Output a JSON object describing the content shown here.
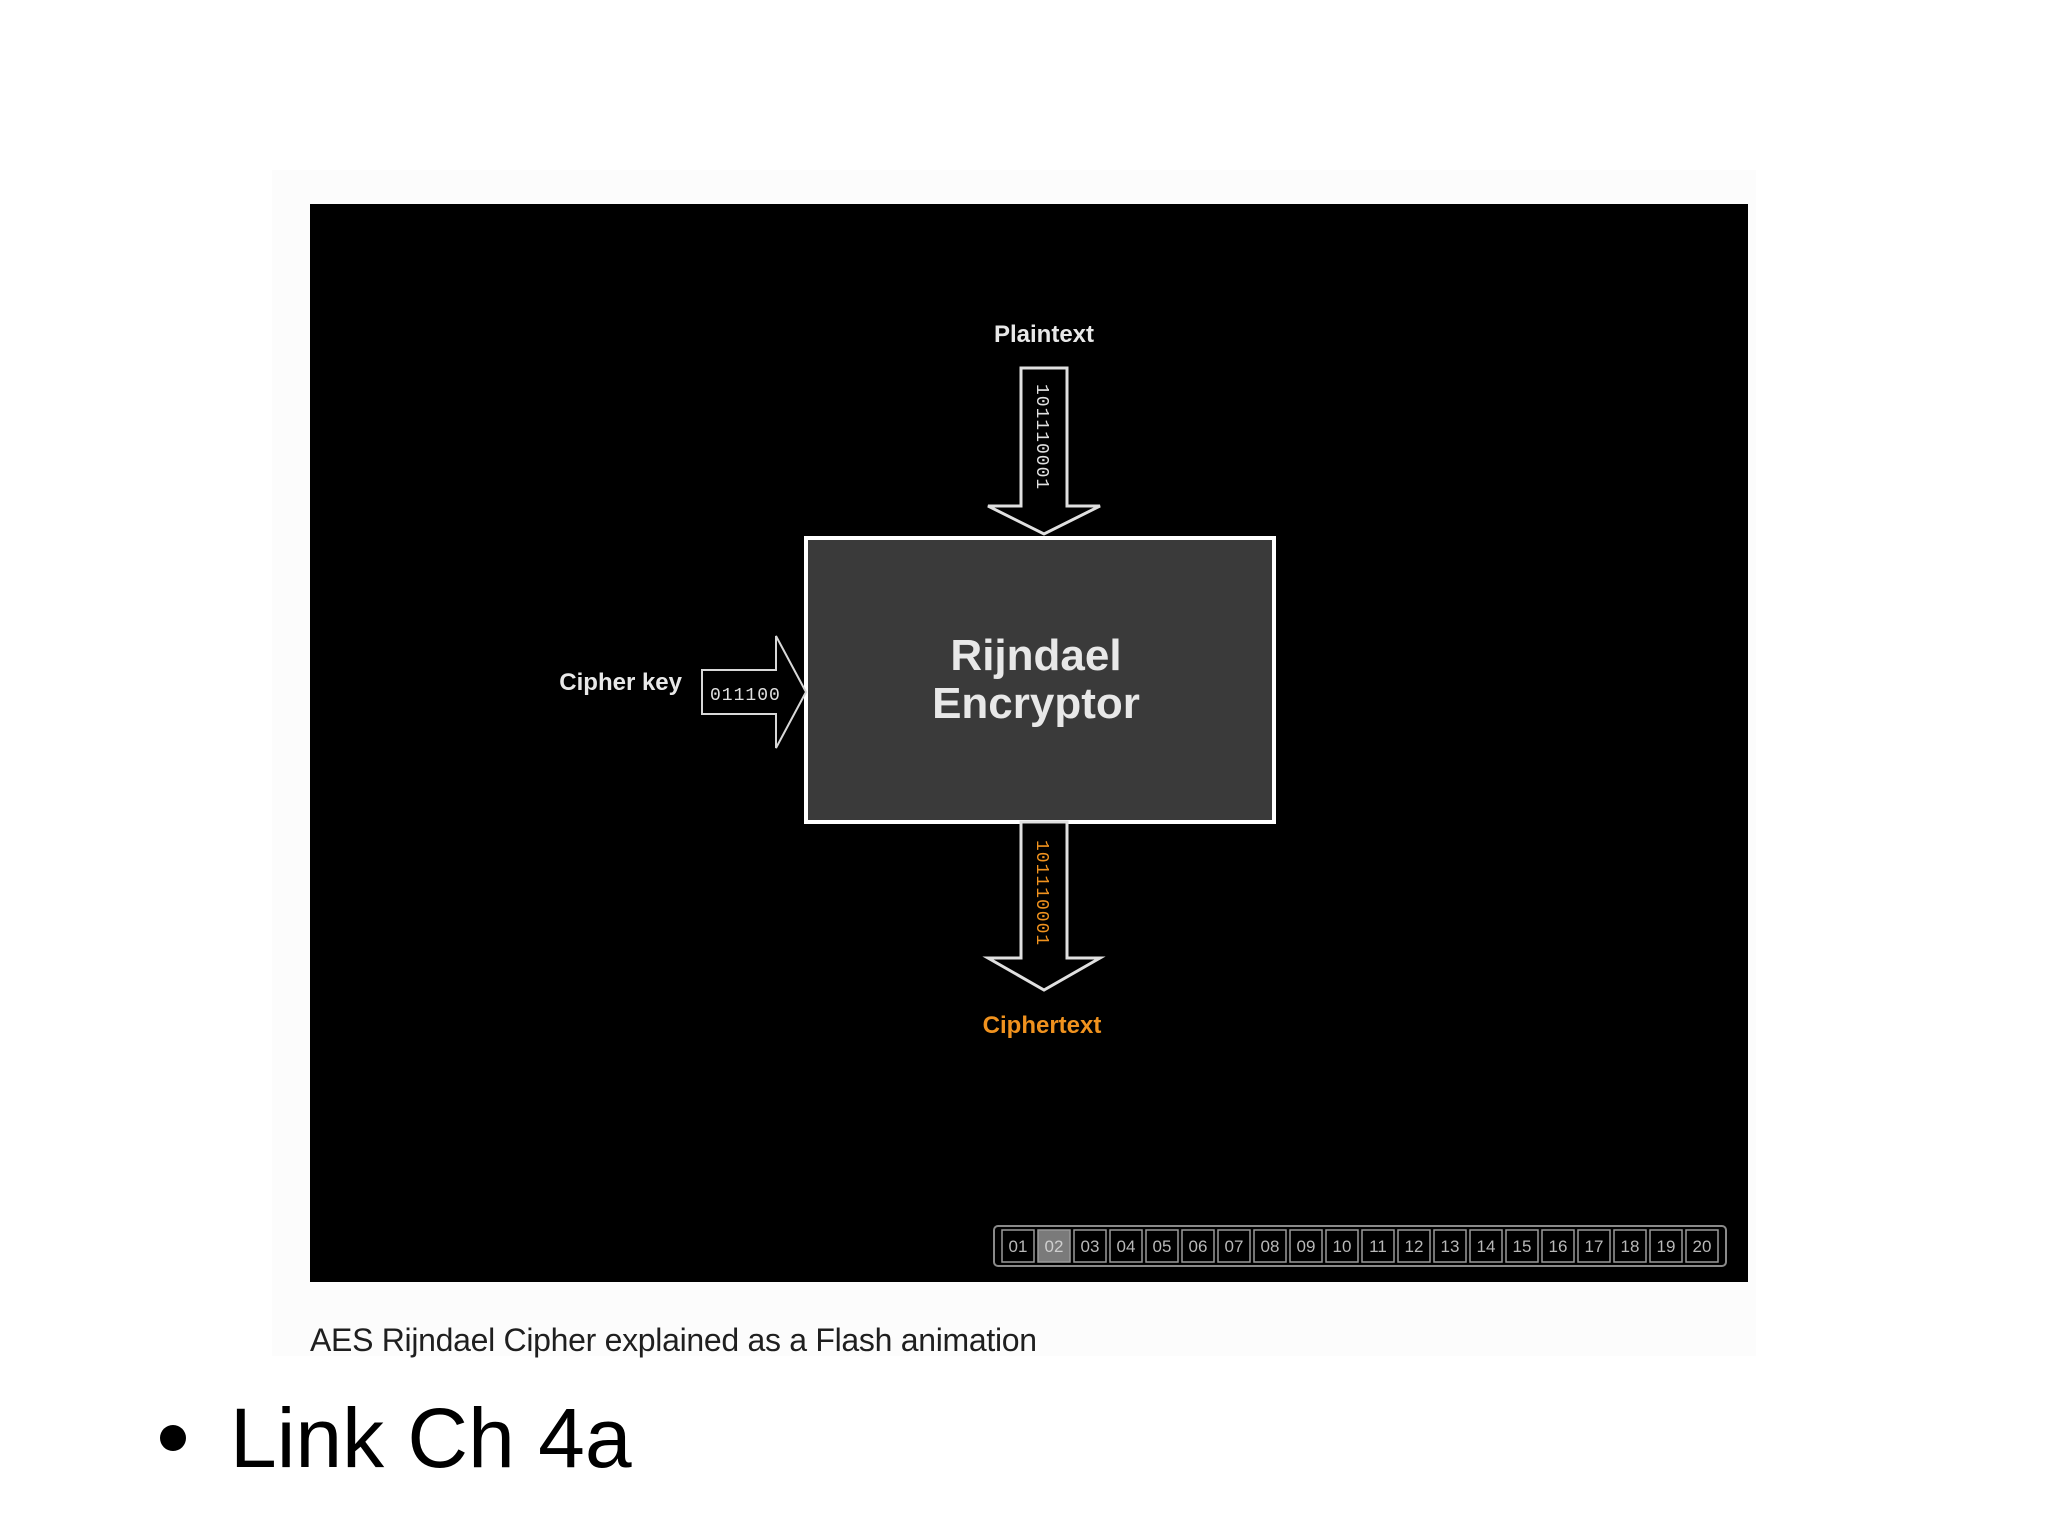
{
  "diagram": {
    "plaintext_label": "Plaintext",
    "plaintext_bits": "101110001",
    "box_line1": "Rijndael",
    "box_line2": "Encryptor",
    "cipher_key_label": "Cipher key",
    "cipher_key_bits": "011100",
    "ciphertext_bits": "101110001",
    "ciphertext_label": "Ciphertext",
    "colors": {
      "background": "#000000",
      "box_fill": "#3a3a3a",
      "box_border": "#ffffff",
      "text": "#e8e8e8",
      "accent_orange": "#f0921e"
    }
  },
  "step_nav": {
    "steps": [
      "01",
      "02",
      "03",
      "04",
      "05",
      "06",
      "07",
      "08",
      "09",
      "10",
      "11",
      "12",
      "13",
      "14",
      "15",
      "16",
      "17",
      "18",
      "19",
      "20"
    ],
    "active_step": "02"
  },
  "caption": "AES Rijndael Cipher explained as a Flash animation",
  "bullet": {
    "link_text": "Link Ch 4a"
  }
}
